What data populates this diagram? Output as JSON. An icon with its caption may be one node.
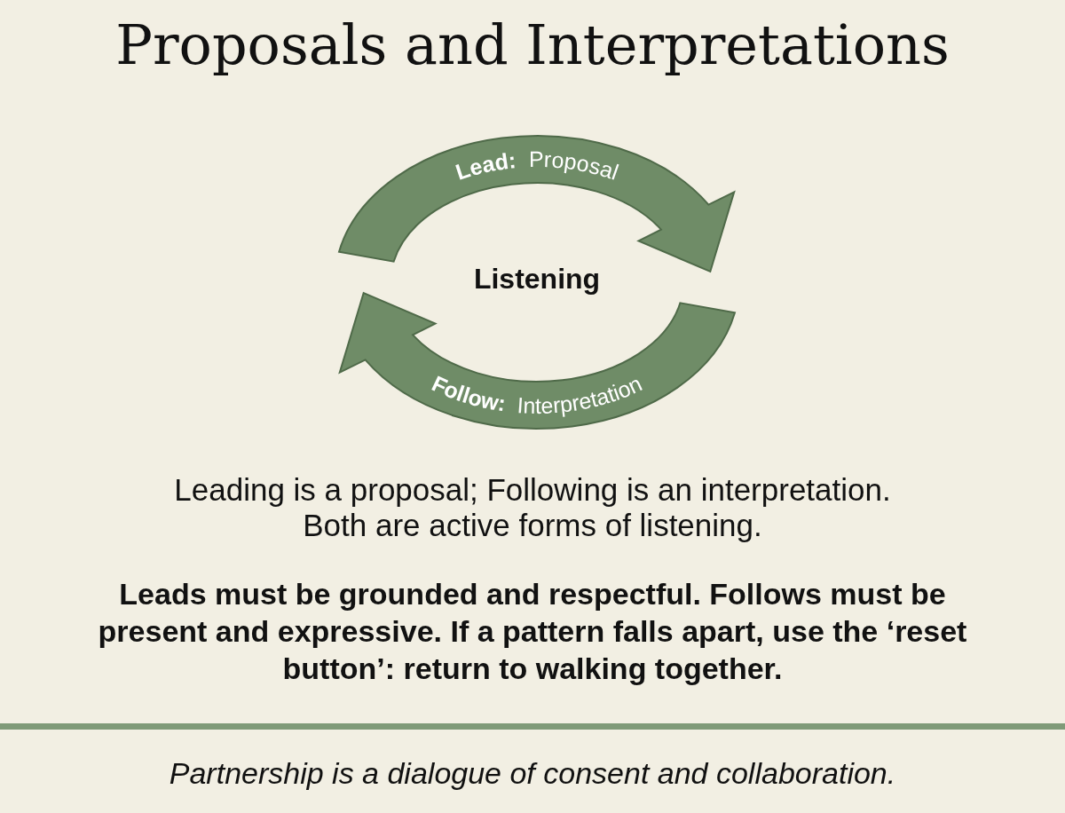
{
  "diagram": {
    "title": "Proposals and Interpretations",
    "nodes": [
      {
        "text": [
          "**Lead:** Proposal"
        ]
      },
      {
        "text": [
          "Listening"
        ]
      },
      {
        "text": [
          "**Follow:** Interpretation"
        ]
      }
    ],
    "labels": [
      "Leading is a proposal; Following is an interpretation. Both are active forms of listening.",
      "Leads must be grounded and respectful. Follows must be present and expressive. If a pattern falls apart, use the ‘reset button’: return to walking together."
    ],
    "caption": "Partnership is a dialogue of consent and collaboration."
  }
}
